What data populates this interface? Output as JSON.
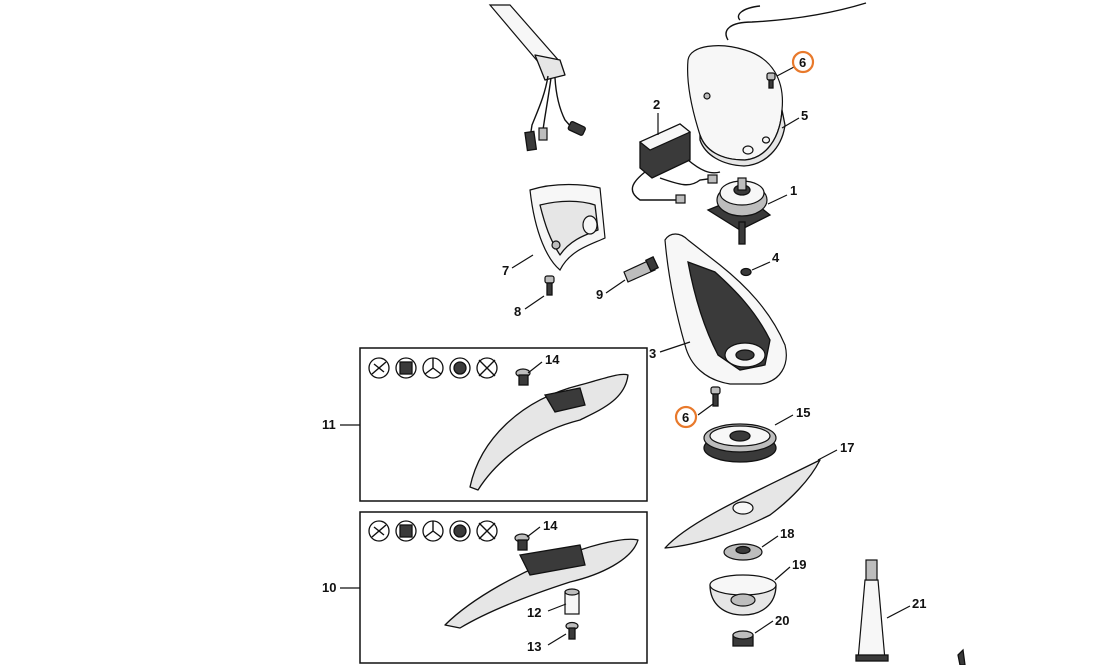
{
  "diagram": {
    "callouts": {
      "c1": "1",
      "c2": "2",
      "c3": "3",
      "c4": "4",
      "c5": "5",
      "c6a": "6",
      "c6b": "6",
      "c7": "7",
      "c8": "8",
      "c9": "9",
      "c10": "10",
      "c11": "11",
      "c12": "12",
      "c13": "13",
      "c14a": "14",
      "c14b": "14",
      "c15": "15",
      "c17": "17",
      "c18": "18",
      "c19": "19",
      "c20": "20",
      "c21": "21"
    },
    "highlight_color": "#e8792b",
    "icons": [
      "trimmer-head-icon",
      "mowing-head-icon",
      "grass-blade-3-icon",
      "brush-blade-icon",
      "grass-blade-4-icon"
    ]
  }
}
